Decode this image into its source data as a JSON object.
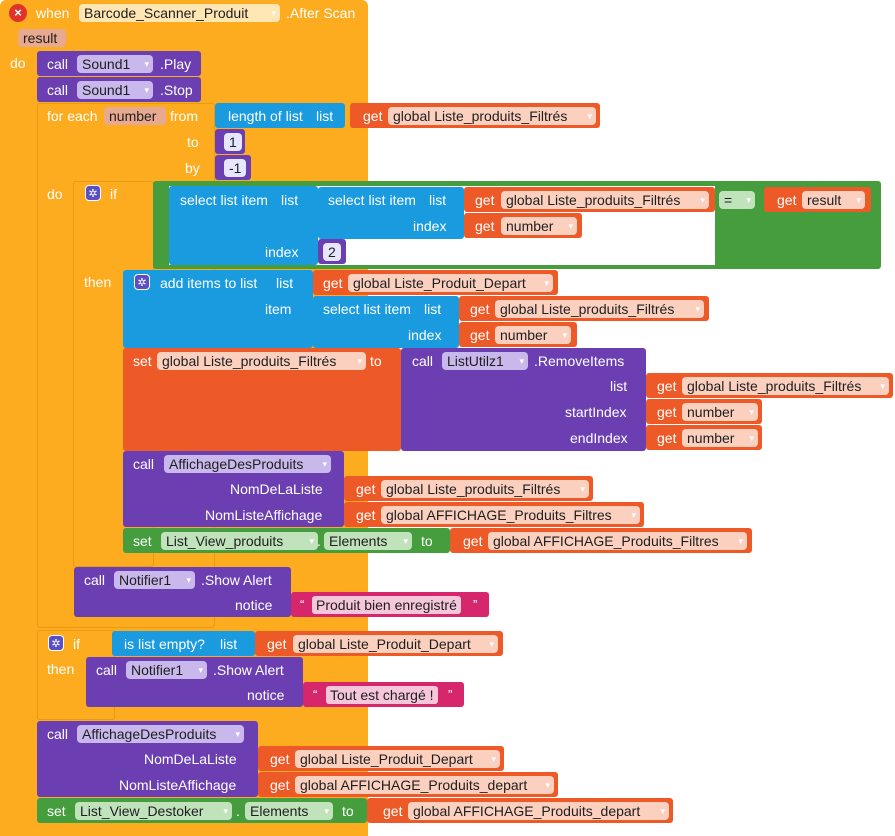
{
  "event": {
    "keyword": "when",
    "component": "Barcode_Scanner_Produit",
    "event_name": ".After Scan",
    "param": "result",
    "do": "do"
  },
  "sound_play": {
    "call": "call",
    "component": "Sound1",
    "method": ".Play"
  },
  "sound_stop": {
    "call": "call",
    "component": "Sound1",
    "method": ".Stop"
  },
  "for_each": {
    "label": "for each",
    "var": "number",
    "from": "from",
    "to": "to",
    "by": "by",
    "do": "do",
    "length_label": "length of list",
    "list_label": "list",
    "get": "get",
    "from_var": "global Liste_produits_Filtrés",
    "to_val": "1",
    "by_val": "-1"
  },
  "if1": {
    "if": "if",
    "then": "then",
    "select_outer": "select list item",
    "list": "list",
    "index": "index",
    "select_inner": "select list item",
    "get": "get",
    "inner_list_var": "global Liste_produits_Filtrés",
    "inner_index_var": "number",
    "outer_index_val": "2",
    "op": "=",
    "result_var": "result"
  },
  "add_items": {
    "label": "add items to list",
    "list": "list",
    "item": "item",
    "get": "get",
    "list_var": "global Liste_Produit_Depart",
    "select": "select list item",
    "sel_list": "list",
    "sel_list_var": "global Liste_produits_Filtrés",
    "sel_index": "index",
    "sel_index_var": "number"
  },
  "set_filtered": {
    "set": "set",
    "var": "global Liste_produits_Filtrés",
    "to": "to",
    "call": "call",
    "component": "ListUtilz1",
    "method": ".RemoveItems",
    "list": "list",
    "start": "startIndex",
    "end": "endIndex",
    "get": "get",
    "list_var": "global Liste_produits_Filtrés",
    "start_var": "number",
    "end_var": "number"
  },
  "affichage1": {
    "call": "call",
    "proc": "AffichageDesProduits",
    "p1": "NomDeLaListe",
    "p2": "NomListeAffichage",
    "get": "get",
    "v1": "global Liste_produits_Filtrés",
    "v2": "global AFFICHAGE_Produits_Filtres"
  },
  "set_view1": {
    "set": "set",
    "component": "List_View_produits",
    "dot": ".",
    "prop": "Elements",
    "to": "to",
    "get": "get",
    "var": "global AFFICHAGE_Produits_Filtres"
  },
  "notifier1": {
    "call": "call",
    "component": "Notifier1",
    "method": ".Show Alert",
    "notice": "notice",
    "open_quote": "“",
    "close_quote": "”",
    "message": "Produit bien enregistré"
  },
  "if2": {
    "if": "if",
    "then": "then",
    "empty": "is list empty?",
    "list": "list",
    "get": "get",
    "var": "global Liste_Produit_Depart"
  },
  "notifier2": {
    "call": "call",
    "component": "Notifier1",
    "method": ".Show Alert",
    "notice": "notice",
    "open_quote": "“",
    "close_quote": "”",
    "message": "Tout est chargé !"
  },
  "affichage2": {
    "call": "call",
    "proc": "AffichageDesProduits",
    "p1": "NomDeLaListe",
    "p2": "NomListeAffichage",
    "get": "get",
    "v1": "global Liste_Produit_Depart",
    "v2": "global AFFICHAGE_Produits_depart"
  },
  "set_view2": {
    "set": "set",
    "component": "List_View_Destoker",
    "dot": ".",
    "prop": "Elements",
    "to": "to",
    "get": "get",
    "var": "global AFFICHAGE_Produits_depart"
  },
  "icons": {
    "close": "×",
    "gear": "✲",
    "arrow": "▾"
  }
}
